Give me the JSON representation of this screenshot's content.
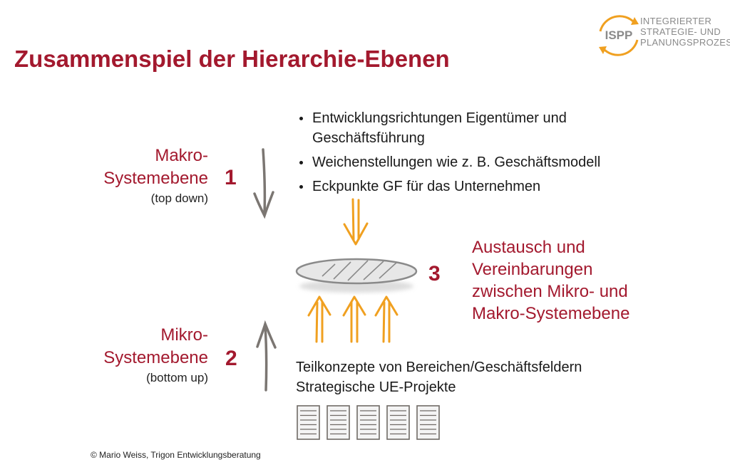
{
  "title": "Zusammenspiel der Hierarchie-Ebenen",
  "logo": {
    "abbrev": "ISPP",
    "lines": [
      "INTEGRIERTER",
      "STRATEGIE- UND",
      "PLANUNGSPROZESS"
    ]
  },
  "macro": {
    "line1": "Makro-",
    "line2": "Systemebene",
    "sub": "(top down)",
    "number": "1"
  },
  "micro": {
    "line1": "Mikro-",
    "line2": "Systemebene",
    "sub": "(bottom up)",
    "number": "2"
  },
  "bullets": [
    "Entwicklungsrichtungen Eigentümer und Geschäftsführung",
    "Weichenstellungen wie z. B. Geschäftsmodell",
    "Eckpunkte GF für das Unternehmen"
  ],
  "exchange": {
    "number": "3",
    "lines": [
      "Austausch und",
      "Vereinbarungen",
      "zwischen Mikro- und",
      "Makro-Systemebene"
    ]
  },
  "sub_concepts": {
    "line1": "Teilkonzepte von Bereichen/Geschäftsfeldern",
    "line2": "Strategische UE-Projekte"
  },
  "copyright": "© Mario Weiss, Trigon Entwicklungsberatung",
  "colors": {
    "accent_red": "#a3192e",
    "arrow_orange": "#f0a020",
    "arrow_grey": "#7b7672",
    "logo_grey": "#8a8a8a"
  }
}
